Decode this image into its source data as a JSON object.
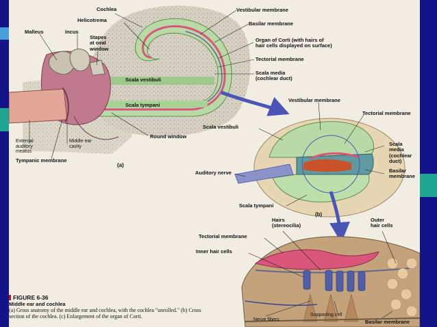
{
  "panel_a": {
    "labels": {
      "cochlea": "Cochlea",
      "helicotrema": "Helicotrema",
      "malleus": "Malleus",
      "incus": "Incus",
      "stapes": "Stapes\nat oval\nwindow",
      "vestibular_membrane": "Vestibular membrane",
      "basilar_membrane": "Basilar membrane",
      "organ_of_corti": "Organ of Corti (with hairs of\nhair cells displayed on surface)",
      "tectorial_membrane": "Tectorial membrane",
      "scala_media": "Scala media\n(cochlear duct)",
      "scala_vestibuli": "Scala vestibuli",
      "scala_tympani": "Scala tympani",
      "round_window": "Round window",
      "external_meatus": "External\nauditory\nmeatus",
      "middle_ear_cavity": "Middle ear\ncavity",
      "tympanic_membrane": "Tympanic membrane",
      "sublabel": "(a)"
    }
  },
  "panel_b": {
    "labels": {
      "vestibular_membrane": "Vestibular membrane",
      "tectorial_membrane": "Tectorial membrane",
      "scala_vestibuli": "Scala vestibuli",
      "scala_media": "Scala\nmedia\n(cochlear\nduct)",
      "auditory_nerve": "Auditory nerve",
      "basilar_membrane": "Basilar\nmembrane",
      "scala_tympani": "Scala tympani",
      "sublabel": "(b)"
    }
  },
  "panel_c": {
    "labels": {
      "hairs": "Hairs\n(stereocilia)",
      "outer_hair_cells": "Outer\nhair cells",
      "tectorial_membrane": "Tectorial membrane",
      "inner_hair_cells": "Inner hair cells",
      "nerve_fibers": "Nerve fibers",
      "supporting_cell": "Supporting cell",
      "basilar_membrane": "Basilar membrane"
    }
  },
  "caption": {
    "figure_number": "FIGURE 6-36",
    "title": "Middle ear and cochlea",
    "text": "(a) Gross anatomy of the middle ear and cochlea, with the cochlea \"unrolled.\" (b) Cross section of the cochlea. (c) Enlargement of the organ of Corti."
  },
  "colors": {
    "slide_background": "#13138a",
    "accent_teal": "#1fa592",
    "page": "#f1ede2",
    "arrow": "#4a55b5",
    "bone": "#d8d3c4",
    "membrane_pink": "#d9557a"
  }
}
